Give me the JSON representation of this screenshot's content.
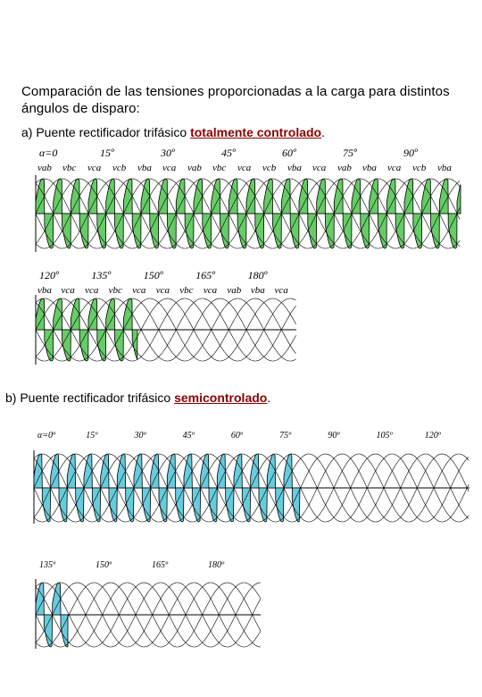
{
  "heading": "Comparación de las tensiones proporcionadas a la carga para distintos ángulos de disparo:",
  "section_a": {
    "prefix": "a) Puente rectificador trifásico ",
    "highlight": "totalmente controlado",
    "suffix": ".",
    "row1_angles": [
      "α=0",
      "15º",
      "30º",
      "45º",
      "60º",
      "75º",
      "90º"
    ],
    "row1_labels": [
      "vab",
      "vbc",
      "vca",
      "vcb",
      "vba",
      "vca",
      "vab",
      "vbc",
      "vca",
      "vcb",
      "vba",
      "vca",
      "vab",
      "vba",
      "vca",
      "vcb",
      "vba"
    ],
    "row2_angles": [
      "120º",
      "135º",
      "150º",
      "165º",
      "180º"
    ],
    "row2_labels": [
      "vba",
      "vca",
      "vca",
      "vbc",
      "vca",
      "vca",
      "vbc",
      "vca",
      "vab",
      "vba",
      "vca"
    ]
  },
  "section_b": {
    "prefix": "b) Puente rectificador trifásico ",
    "highlight": "semicontrolado",
    "suffix": ".",
    "row1_angles": [
      "α=0º",
      "15º",
      "30º",
      "45º",
      "60º",
      "75º",
      "90º",
      "105º",
      "120º"
    ],
    "row2_angles": [
      "135º",
      "150º",
      "165º",
      "180º"
    ]
  },
  "colors": {
    "fill_a": "#66cc66",
    "fill_b": "#66ccdd",
    "highlight": "#8a0000"
  }
}
